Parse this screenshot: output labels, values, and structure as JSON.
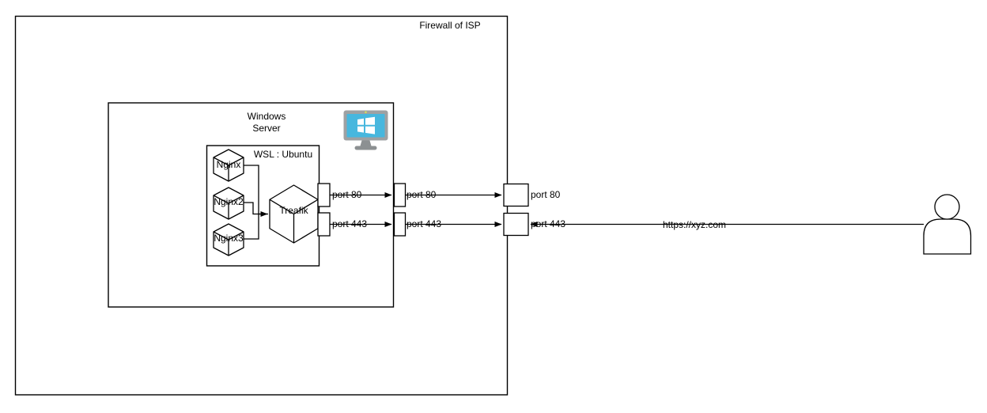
{
  "labels": {
    "firewall": "Firewall of ISP",
    "windows_server": "Windows Server",
    "wsl": "WSL : Ubuntu",
    "nginx1": "Nginx",
    "nginx2": "Nginx2",
    "nginx3": "Nginx3",
    "traefik": "Treafik",
    "port80_wsl": "port 80",
    "port80_server": "port 80",
    "port80_firewall": "port 80",
    "port443_wsl": "port 443",
    "port443_server": "port 443",
    "port443_firewall": "port 443",
    "url": "https://xyz.com"
  },
  "colors": {
    "line": "#000000",
    "shape_fill": "#ffffff",
    "monitor_frame": "#9ea1a3",
    "monitor_screen": "#47b7de",
    "monitor_stand": "#8c9092",
    "monitor_dot": "#d6de58",
    "flag": "#ffffff"
  }
}
